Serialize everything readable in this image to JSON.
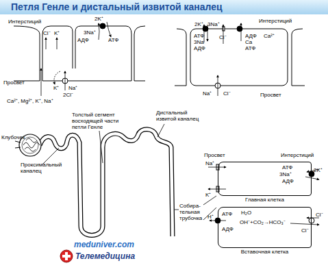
{
  "diagram": {
    "title": "Петля Генле и дистальный извитой каналец",
    "nodes": [
      {
        "text": [
          "Главная клетка"
        ]
      },
      {
        "text": [
          "Вставочная клетка"
        ]
      }
    ],
    "labels": [
      "Интерстиций",
      "2K⁺",
      "Cl⁻",
      "K⁺",
      "3Na⁺",
      "АДФ",
      "АТФ",
      "Просвет",
      "K⁺",
      "Na⁺",
      "2Cl⁻",
      "Ca²⁺, Mg²⁺, K⁺, Na⁺",
      "Интерстиций",
      "2K⁺",
      "3Na⁺",
      "АТФ",
      "3Na",
      "АДФ",
      "Cl⁻",
      "АДФ",
      "Са",
      "АТФ",
      "Ca²⁺",
      "Na⁺",
      "Cl⁻",
      "Просвет",
      "Толстый сегмент восходящей части петли Генле",
      "Дистальный извитой каналец",
      "Клубочек",
      "Проксимальный каналец",
      "Собира- тельная трубочка",
      "Просвет",
      "Интерстиций",
      "Na⁺",
      "АТФ",
      "3Na⁺",
      "АДФ",
      "2K⁺",
      "K⁺",
      "АТФ",
      "H₂O",
      "H⁺",
      "АДФ",
      "OH⁻+CO₂→HCO₃⁻",
      "Cl⁻",
      "Cl⁻",
      "meduniver.com",
      "Телемедицина"
    ]
  }
}
